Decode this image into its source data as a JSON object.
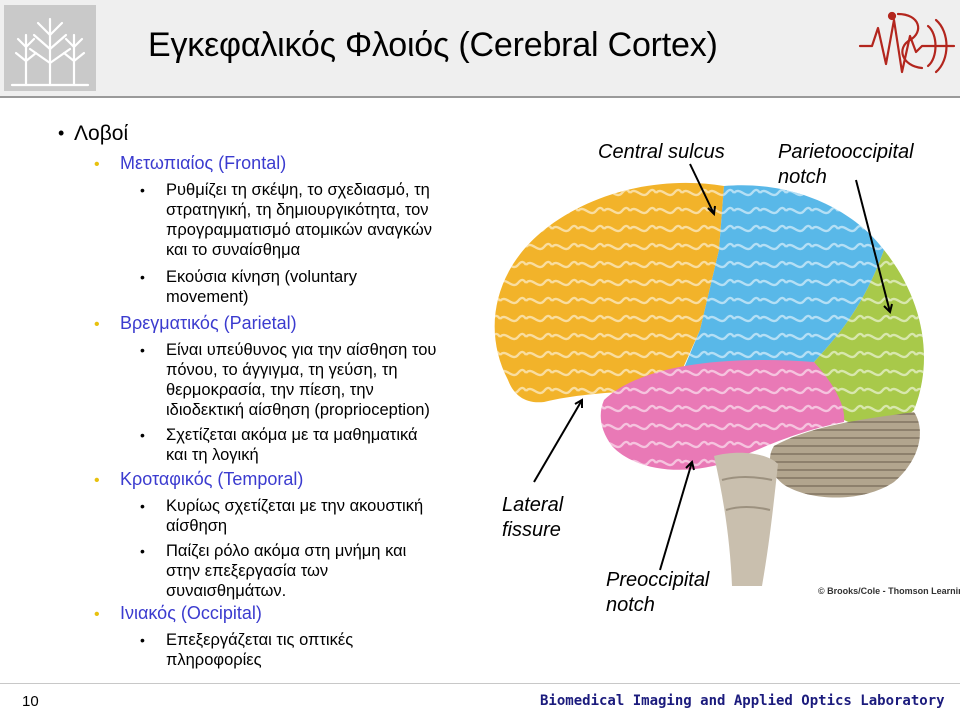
{
  "header": {
    "title": "Εγκεφαλικός Φλοιός (Cerebral Cortex)"
  },
  "content": {
    "heading": "Λοβοί",
    "lobes": [
      {
        "name": "Μετωπιαίος (Frontal)",
        "points": [
          [
            "Ρυθμίζει τη σκέψη, το σχεδιασμό, τη",
            "στρατηγική, τη δημιουργικότητα, τον",
            "προγραμματισμό ατομικών αναγκών",
            "και το συναίσθημα"
          ],
          [
            "Εκούσια κίνηση (voluntary",
            "movement)"
          ]
        ]
      },
      {
        "name": "Βρεγματικός (Parietal)",
        "points": [
          [
            "Είναι υπεύθυνος για την αίσθηση του",
            "πόνου, το άγγιγμα, τη γεύση, τη",
            "θερμοκρασία, την πίεση, την",
            "ιδιοδεκτική αίσθηση (proprioception)"
          ],
          [
            "Σχετίζεται ακόμα με τα μαθηματικά",
            "και τη λογική"
          ]
        ]
      },
      {
        "name": "Κροταφικός (Temporal)",
        "points": [
          [
            "Κυρίως σχετίζεται με την ακουστική",
            "αίσθηση"
          ],
          [
            "Παίζει ρόλο ακόμα στη μνήμη και",
            "στην επεξεργασία των",
            "συναισθημάτων."
          ]
        ]
      },
      {
        "name": "Ινιακός (Occipital)",
        "points": [
          [
            "Επεξεργάζεται τις οπτικές",
            "πληροφορίες"
          ]
        ]
      }
    ]
  },
  "figure": {
    "labels": {
      "central_sulcus": "Central sulcus",
      "parietooccipital": [
        "Parietooccipital",
        "notch"
      ],
      "lateral_fissure": [
        "Lateral",
        "fissure"
      ],
      "preoccipital": [
        "Preoccipital",
        "notch"
      ]
    },
    "copyright": "© Brooks/Cole - Thomson Learning",
    "colors": {
      "frontal": "#f2b32a",
      "parietal": "#59b8e8",
      "temporal": "#e979b6",
      "occipital": "#a8c94a",
      "cerebellum": "#b2a58e",
      "brainstem": "#c9bfae"
    }
  },
  "footer": {
    "page_number": "10",
    "lab_name": "Biomedical Imaging and Applied Optics Laboratory"
  }
}
